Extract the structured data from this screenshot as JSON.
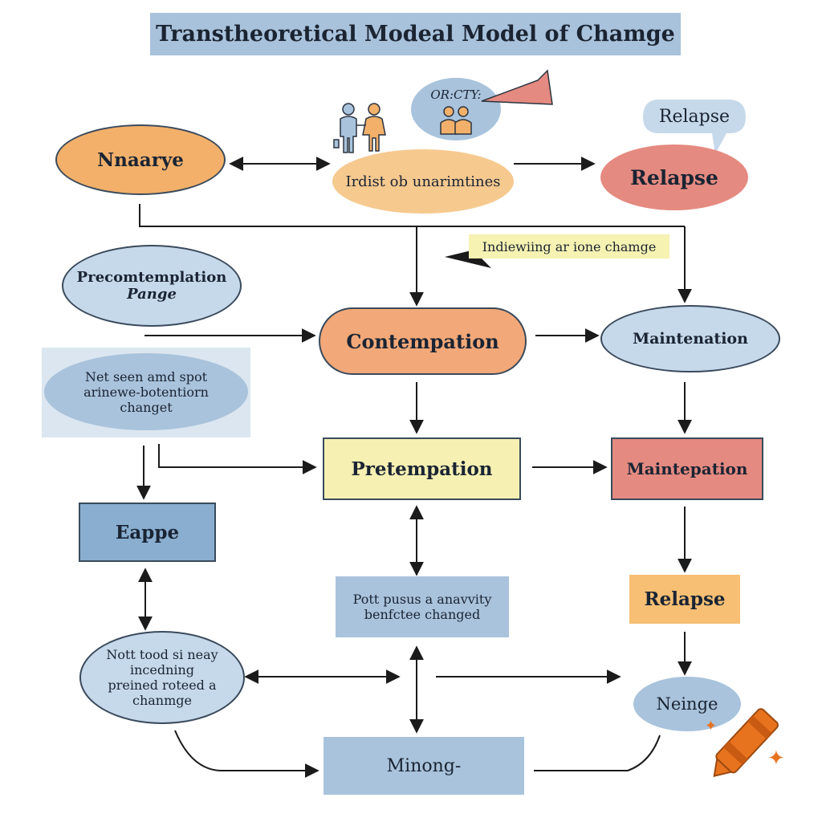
{
  "title": "Transtheoretiсal Modeal Model of Chamge",
  "colors": {
    "orange": "#f2b06a",
    "blue": "#a9c3dc",
    "yellow": "#f6f0b2",
    "red": "#e58a80",
    "peach": "#f7bf73",
    "line": "#1b1b1b"
  },
  "nodes": {
    "naarye": "Nnaarye",
    "irdist": "Irdist ob unarimtines",
    "or_cty": "OR:CTY:",
    "relapse_bubble": "Relapse",
    "relapse_top": "Relapse",
    "banner": "Indiewiing ar ione chamge",
    "precontemplation": "Precomtemplation",
    "precontemplation_sub": "Pange",
    "contemplation": "Contempation",
    "maintenance_top": "Maintenation",
    "net_seen": "Net seen amd spot arinewe-botentiorn changet",
    "pretemplation": "Pretempation",
    "maintepation": "Maintepation",
    "eappe": "Eappe",
    "pott_pusus": "Pott pusus a anavvity benfctee changed",
    "relapse_box": "Relapse",
    "nott_tood": "Nott tood si neay incedning preined roteed a chanmge",
    "neinge": "Neinge",
    "minong": "Minong-"
  },
  "icons": [
    "people-icon",
    "group-icon",
    "pennant-icon",
    "crayon-icon",
    "sparkle-icon"
  ]
}
